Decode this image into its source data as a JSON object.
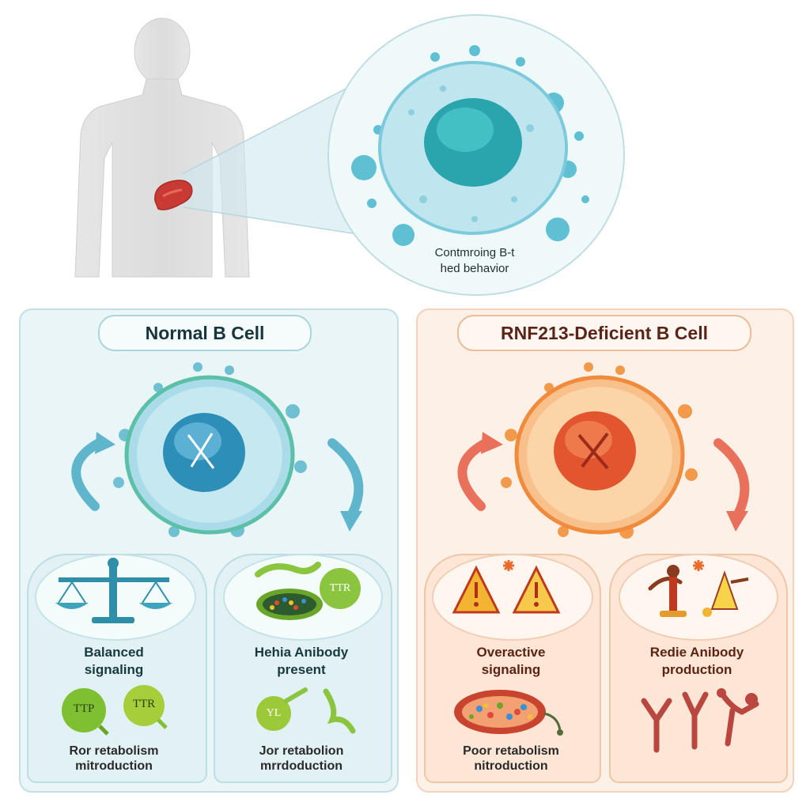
{
  "zoom_label": [
    "Contmroing B-t",
    "hed behavior"
  ],
  "left": {
    "title": "Normal B Cell",
    "box1_label": [
      "Balanced",
      "signaling"
    ],
    "box2_label": [
      "Hehia Anibody",
      "present"
    ],
    "box1_caption": [
      "Ror retabolism",
      "mitroduction"
    ],
    "box2_caption": [
      "Jor retabolion",
      "mrrdoduction"
    ],
    "badge_a": "TTP",
    "badge_b": "TTR",
    "badge_c": "TTR",
    "badge_d": "YL"
  },
  "right": {
    "title": "RNF213-Deficient B Cell",
    "box1_label": [
      "Overactive",
      "signaling"
    ],
    "box2_label": [
      "Redie Anibody",
      "production"
    ],
    "box1_caption": [
      "Poor retabolism",
      "nitroduction"
    ]
  },
  "colors": {
    "blue_panel": "#e9f5f7",
    "orange_panel": "#fdf0e6",
    "blue_cell": "#5fb4c8",
    "orange_cell": "#f08a3c",
    "antibody_red": "#b9473f"
  }
}
